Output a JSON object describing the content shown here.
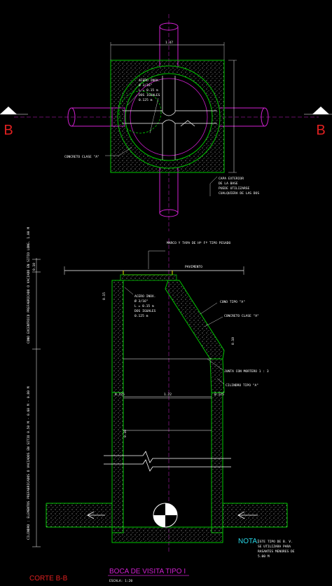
{
  "section_markers": {
    "left": "B",
    "right": "B"
  },
  "plan": {
    "dimension_top": "1.47",
    "rebar_note": [
      "ACERO INOX.",
      "Ø 3/16\"",
      "L = 0.15 m",
      "DOS IGUALES",
      "0.125 m"
    ],
    "concrete_label": "CONCRETO CLASE \"A\"",
    "exterior_layer_note": [
      "CAPA EXTERIOR",
      "DE LA BASE",
      "PUEDE UTILIZARSE",
      "CUALQUIERA DE LAS DOS"
    ]
  },
  "section": {
    "frame_cover_label": "MARCO Y TAPA DE Hº Fº TIPO PESADO",
    "pavement_label": "PAVIMENTO",
    "cone_label": "CONO TIPO \"A\"",
    "concrete_label": "CONCRETO CLASE \"A\"",
    "joint_label": "JUNTA CON MORTERO 1 : 3",
    "cylinder_label": "CILINDRO TIPO \"A\"",
    "rebar_note": [
      "ACERO INOX.",
      "Ø 3/16\"",
      "L = 0.15 m",
      "DOS IGUALES",
      "0.125 m"
    ],
    "dim_top": "0.10",
    "dim_mid_left": "0.125",
    "dim_mid_center": "1.22",
    "dim_mid_right": "0.125",
    "dim_cone": "0.15",
    "dim_small": "0.10",
    "dim_right_top": "0.10",
    "left_note_cone": "CONO EXCENTRICO PREFABRICADO O VACIADO EN SITIO LONG. 1.00 M",
    "left_note_cylinder": "CILINDRO : ELEMENTOS PREFABRICADOS O VACIADOS EN SITIO 0.50 M - 0.60 M - 0.80 M"
  },
  "note": {
    "label": "NOTA:",
    "lines": [
      "ESTE TIPO DE B. V.",
      "SE UTILIZARA PARA",
      "RASANTES MENORES DE",
      "5.00 M"
    ]
  },
  "footer": {
    "section_title": "CORTE B-B",
    "drawing_title": "BOCA DE VISITA TIPO I",
    "scale": "ESCALA: 1:20"
  },
  "colors": {
    "background": "#000000",
    "green": "#00c800",
    "magenta": "#d020d0",
    "cyan": "#28d8e8",
    "yellow": "#e8e800",
    "red": "#e02020",
    "white": "#ffffff"
  }
}
